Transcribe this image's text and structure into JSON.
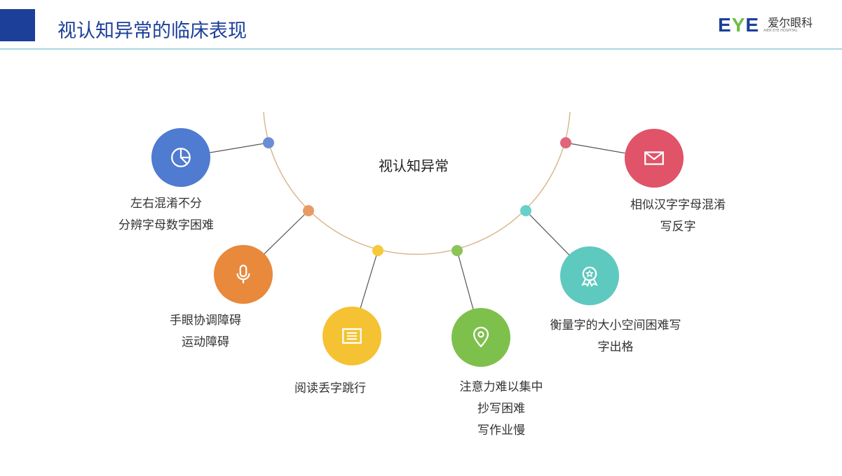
{
  "header": {
    "title": "视认知异常的临床表现",
    "logo_text": "EYE",
    "logo_cn": "爱尔眼科",
    "logo_en": "AIER EYE HOSPITAL"
  },
  "center_label": "视认知异常",
  "items": [
    {
      "icon": "pie-chart-icon",
      "color": "#4f7bd0",
      "dot": "#6a8ed6",
      "lines": [
        "左右混淆不分",
        "分辨字母数字困难"
      ]
    },
    {
      "icon": "microphone-icon",
      "color": "#e8893c",
      "dot": "#e99a63",
      "lines": [
        "手眼协调障碍",
        "运动障碍"
      ]
    },
    {
      "icon": "document-icon",
      "color": "#f5c233",
      "dot": "#f5c93b",
      "lines": [
        "阅读丢字跳行"
      ]
    },
    {
      "icon": "location-pin-icon",
      "color": "#7ec04c",
      "dot": "#8dc45a",
      "lines": [
        "注意力难以集中",
        "抄写困难",
        "写作业慢"
      ]
    },
    {
      "icon": "award-icon",
      "color": "#5ec9bf",
      "dot": "#68d0c8",
      "lines": [
        "衡量字的大小空间困难写",
        "字出格"
      ]
    },
    {
      "icon": "mail-icon",
      "color": "#e05368",
      "dot": "#e0667a",
      "lines": [
        "相似汉字字母混淆",
        "写反字"
      ]
    }
  ]
}
